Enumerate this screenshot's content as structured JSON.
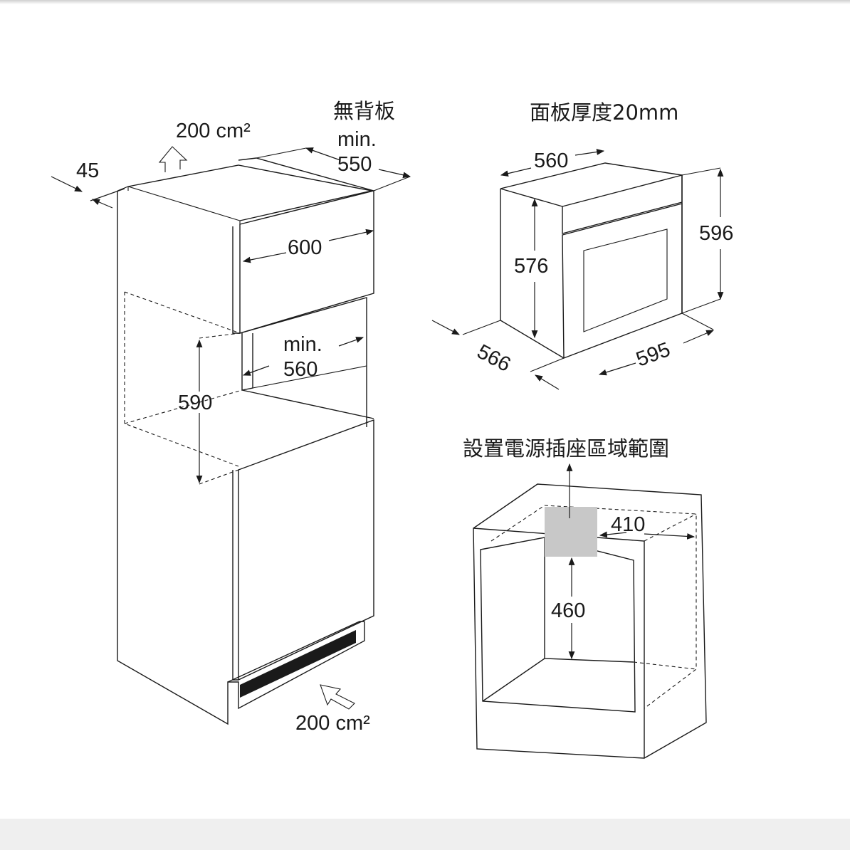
{
  "left_figure": {
    "vent_top": "200 cm²",
    "no_backboard": "無背板",
    "depth_min": "min.",
    "depth_value": "550",
    "gap_45": "45",
    "width_600": "600",
    "height_min": "min.",
    "height_560": "560",
    "niche_590": "590",
    "vent_bottom": "200 cm²"
  },
  "right_top_figure": {
    "panel_thickness": "面板厚度20mm",
    "width_560": "560",
    "height_596": "596",
    "height_576": "576",
    "depth_566": "566",
    "width_595": "595"
  },
  "right_bottom_figure": {
    "socket_title": "設置電源插座區域範圍",
    "width_410": "410",
    "height_460": "460",
    "socket_zone_color": "#c8c8c8"
  }
}
